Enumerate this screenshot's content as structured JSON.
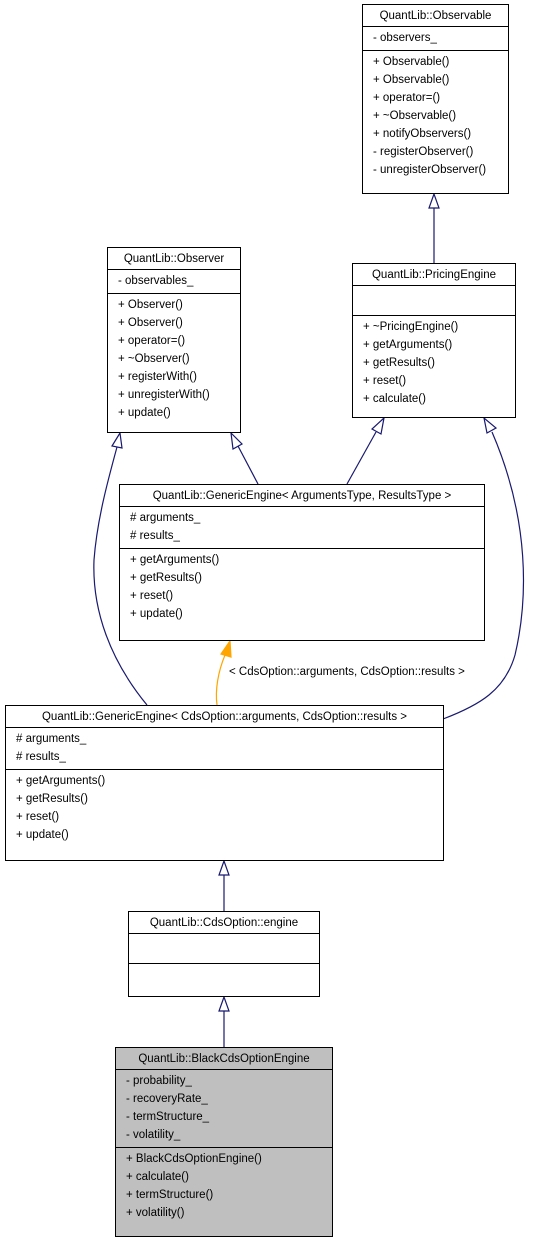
{
  "classes": {
    "observable": {
      "name": "QuantLib::Observable",
      "attributes": [
        "- observers_"
      ],
      "methods": [
        "+ Observable()",
        "+ Observable()",
        "+ operator=()",
        "+ ~Observable()",
        "+ notifyObservers()",
        "- registerObserver()",
        "- unregisterObserver()"
      ]
    },
    "observer": {
      "name": "QuantLib::Observer",
      "attributes": [
        "- observables_"
      ],
      "methods": [
        "+ Observer()",
        "+ Observer()",
        "+ operator=()",
        "+ ~Observer()",
        "+ registerWith()",
        "+ unregisterWith()",
        "+ update()"
      ]
    },
    "pricing_engine": {
      "name": "QuantLib::PricingEngine",
      "attributes": [],
      "methods": [
        "+ ~PricingEngine()",
        "+ getArguments()",
        "+ getResults()",
        "+ reset()",
        "+ calculate()"
      ]
    },
    "generic_engine_template": {
      "name": "QuantLib::GenericEngine< ArgumentsType, ResultsType >",
      "attributes": [
        "# arguments_",
        "# results_"
      ],
      "methods": [
        "+ getArguments()",
        "+ getResults()",
        "+ reset()",
        "+ update()"
      ]
    },
    "generic_engine_cds": {
      "name": "QuantLib::GenericEngine< CdsOption::arguments, CdsOption::results >",
      "attributes": [
        "# arguments_",
        "# results_"
      ],
      "methods": [
        "+ getArguments()",
        "+ getResults()",
        "+ reset()",
        "+ update()"
      ]
    },
    "cds_option_engine": {
      "name": "QuantLib::CdsOption::engine",
      "attributes": [],
      "methods": []
    },
    "black_cds_option_engine": {
      "name": "QuantLib::BlackCdsOptionEngine",
      "attributes": [
        "- probability_",
        "- recoveryRate_",
        "- termStructure_",
        "- volatility_"
      ],
      "methods": [
        "+ BlackCdsOptionEngine()",
        "+ calculate()",
        "+ termStructure()",
        "+ volatility()"
      ]
    }
  },
  "template_instantiation_label": "< CdsOption::arguments, CdsOption::results >",
  "colors": {
    "inheritance_edge": "#191970",
    "template_edge": "#ffa500",
    "highlight_fill": "#bfbfbf"
  }
}
